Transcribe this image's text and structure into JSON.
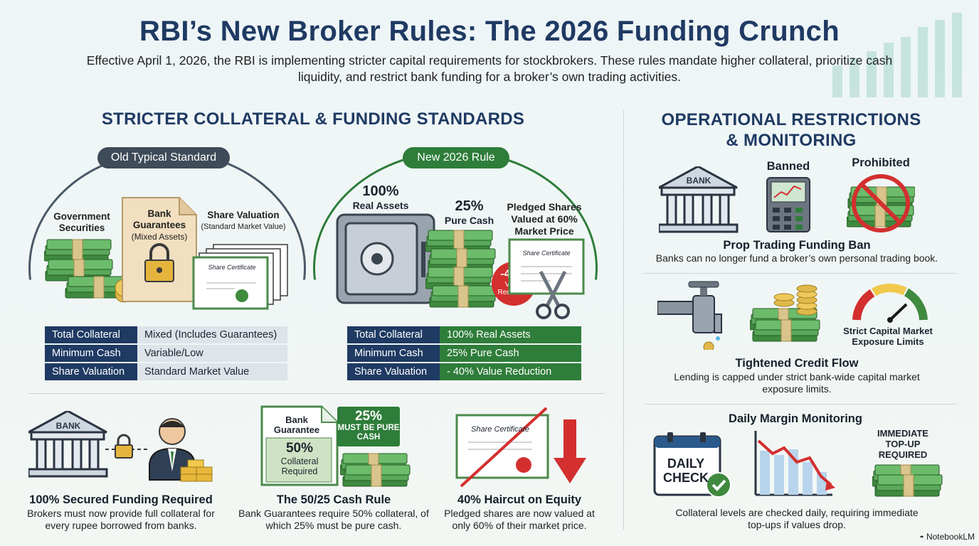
{
  "header": {
    "title": "RBI’s New Broker Rules: The 2026 Funding Crunch",
    "subtitle": "Effective April 1, 2026, the RBI is implementing stricter capital requirements for stockbrokers. These rules mandate higher collateral, prioritize cash liquidity, and restrict bank funding for a broker’s own trading activities."
  },
  "left_section": {
    "heading": "STRICTER COLLATERAL & FUNDING STANDARDS",
    "old": {
      "pill": "Old Typical Standard",
      "labels": {
        "gov": "Government Securities",
        "bank_title": "Bank Guarantees",
        "bank_sub": "(Mixed Assets)",
        "share_title": "Share Valuation",
        "share_sub": "(Standard Market Value)",
        "certificate": "Share Certificate"
      },
      "rows": [
        {
          "k": "Total Collateral",
          "v": "Mixed (Includes Guarantees)"
        },
        {
          "k": "Minimum Cash",
          "v": "Variable/Low"
        },
        {
          "k": "Share Valuation",
          "v": "Standard Market Value"
        }
      ]
    },
    "new": {
      "pill": "New 2026 Rule",
      "labels": {
        "real_pct": "100%",
        "real_txt": "Real Assets",
        "cash_pct": "25%",
        "cash_txt": "Pure Cash",
        "pledged": "Pledged Shares Valued at 60% Market Price",
        "certificate": "Share Certificate",
        "badge_pct": "-40%",
        "badge_txt": "Value Reduction"
      },
      "rows": [
        {
          "k": "Total Collateral",
          "v": "100% Real Assets"
        },
        {
          "k": "Minimum Cash",
          "v": "25% Pure Cash"
        },
        {
          "k": "Share Valuation",
          "v": "- 40% Value Reduction"
        }
      ]
    },
    "cards": [
      {
        "icon_text": "BANK",
        "title": "100% Secured Funding Required",
        "text": "Brokers must now provide full collateral for every rupee borrowed from banks."
      },
      {
        "doc_title": "Bank Guarantee",
        "doc_pct": "50%",
        "doc_sub": "Collateral Required",
        "badge_pct": "25%",
        "badge_txt": "MUST BE PURE CASH",
        "title": "The 50/25 Cash Rule",
        "text": "Bank Guarantees require 50% collateral, of which 25% must be pure cash."
      },
      {
        "certificate": "Share Certificate",
        "title": "40% Haircut on Equity",
        "text": "Pledged shares are now valued at only 60% of their market price."
      }
    ]
  },
  "right_section": {
    "heading_line1": "OPERATIONAL RESTRICTIONS",
    "heading_line2": "& MONITORING",
    "prop": {
      "bank_text": "BANK",
      "banned": "Banned",
      "prohibited": "Prohibited",
      "title": "Prop Trading Funding Ban",
      "text": "Banks can no longer fund a broker’s own personal trading book."
    },
    "credit": {
      "gauge_label": "Strict Capital Market Exposure Limits",
      "title": "Tightened Credit Flow",
      "text": "Lending is capped under strict bank-wide capital market exposure limits."
    },
    "margin": {
      "title": "Daily Margin Monitoring",
      "calendar_text": "DAILY CHECK",
      "topup": "IMMEDIATE TOP-UP REQUIRED",
      "text": "Collateral levels are checked daily, requiring immediate top-ups if values drop."
    }
  },
  "footer": {
    "brand": "NotebookLM"
  },
  "colors": {
    "navy": "#1f3a63",
    "green": "#2e7d3a",
    "red": "#d32f2f",
    "money": "#4c9a4c"
  }
}
